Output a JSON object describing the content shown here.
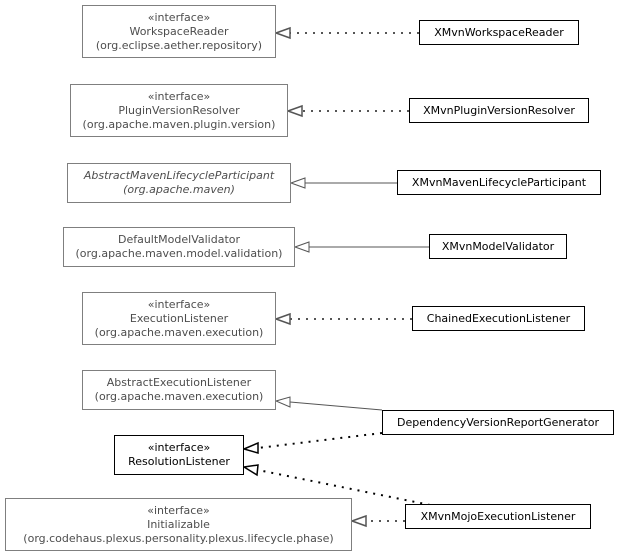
{
  "colors": {
    "external_border": "#7f7f7f",
    "external_text": "#4d4d4d",
    "project_border": "#000000",
    "edge": "#555555",
    "edge_bold": "#000000"
  },
  "external": [
    {
      "stereotype": "«interface»",
      "name": "WorkspaceReader",
      "package": "(org.eclipse.aether.repository)"
    },
    {
      "stereotype": "«interface»",
      "name": "PluginVersionResolver",
      "package": "(org.apache.maven.plugin.version)"
    },
    {
      "name": "AbstractMavenLifecycleParticipant",
      "package": "(org.apache.maven)",
      "abstract": true
    },
    {
      "name": "DefaultModelValidator",
      "package": "(org.apache.maven.model.validation)"
    },
    {
      "stereotype": "«interface»",
      "name": "ExecutionListener",
      "package": "(org.apache.maven.execution)"
    },
    {
      "name": "AbstractExecutionListener",
      "package": "(org.apache.maven.execution)"
    },
    {
      "stereotype": "«interface»",
      "name": "Initializable",
      "package": "(org.codehaus.plexus.personality.plexus.lifecycle.phase)"
    }
  ],
  "resolution_listener": {
    "stereotype": "«interface»",
    "name": "ResolutionListener"
  },
  "classes": [
    "XMvnWorkspaceReader",
    "XMvnPluginVersionResolver",
    "XMvnMavenLifecycleParticipant",
    "XMvnModelValidator",
    "ChainedExecutionListener",
    "DependencyVersionReportGenerator",
    "XMvnMojoExecutionListener"
  ],
  "relations": [
    {
      "from": "XMvnWorkspaceReader",
      "to": "WorkspaceReader",
      "kind": "realization"
    },
    {
      "from": "XMvnPluginVersionResolver",
      "to": "PluginVersionResolver",
      "kind": "realization"
    },
    {
      "from": "XMvnMavenLifecycleParticipant",
      "to": "AbstractMavenLifecycleParticipant",
      "kind": "generalization"
    },
    {
      "from": "XMvnModelValidator",
      "to": "DefaultModelValidator",
      "kind": "generalization"
    },
    {
      "from": "ChainedExecutionListener",
      "to": "ExecutionListener",
      "kind": "realization"
    },
    {
      "from": "DependencyVersionReportGenerator",
      "to": "AbstractExecutionListener",
      "kind": "generalization"
    },
    {
      "from": "DependencyVersionReportGenerator",
      "to": "ResolutionListener",
      "kind": "realization"
    },
    {
      "from": "XMvnMojoExecutionListener",
      "to": "ResolutionListener",
      "kind": "realization"
    },
    {
      "from": "XMvnMojoExecutionListener",
      "to": "Initializable",
      "kind": "realization"
    }
  ]
}
